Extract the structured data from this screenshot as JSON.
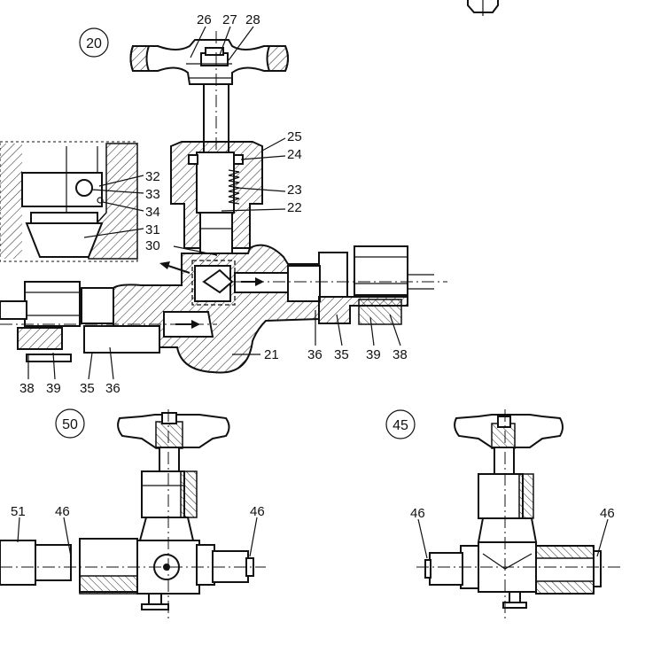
{
  "views": {
    "main": {
      "id": "20"
    },
    "bottom_left": {
      "id": "50"
    },
    "bottom_right": {
      "id": "45"
    }
  },
  "part_labels": {
    "p26": "26",
    "p27": "27",
    "p28": "28",
    "p25": "25",
    "p24": "24",
    "p23": "23",
    "p22": "22",
    "p32": "32",
    "p33": "33",
    "p34": "34",
    "p31": "31",
    "p30": "30",
    "p21": "21",
    "p36r": "36",
    "p35r": "35",
    "p39r": "39",
    "p38r": "38",
    "p38l": "38",
    "p39l": "39",
    "p35l": "35",
    "p36l": "36",
    "p51": "51",
    "p46a": "46",
    "p46b": "46",
    "p46c": "46",
    "p46d": "46"
  }
}
